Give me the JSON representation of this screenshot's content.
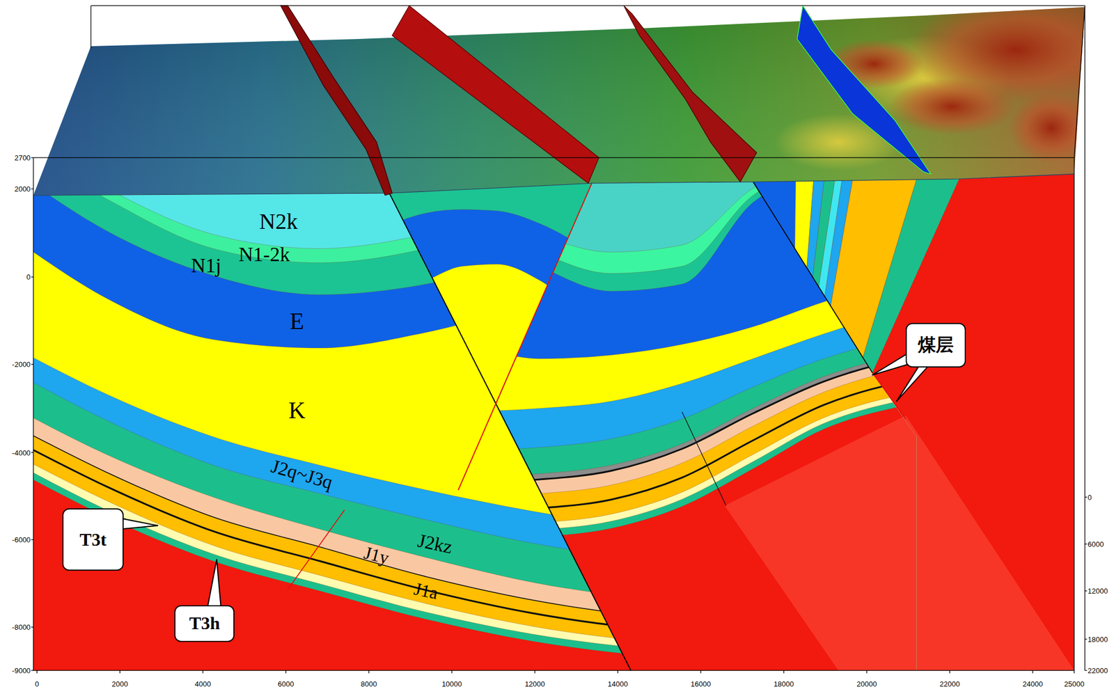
{
  "diagram": {
    "nodes": [
      {
        "text": [
          "煤层"
        ]
      },
      {
        "text": [
          "T3t"
        ]
      },
      {
        "text": [
          "T3h"
        ]
      }
    ],
    "labels": [
      "N2k",
      "N1-2k",
      "N1j",
      "E",
      "K",
      "J2q~J3q",
      "J2kz",
      "J1y",
      "J1a",
      "2700",
      "2000",
      "0",
      "-2000",
      "-4000",
      "-6000",
      "-8000",
      "-9000",
      "0",
      "2000",
      "4000",
      "6000",
      "8000",
      "10000",
      "12000",
      "14000",
      "16000",
      "18000",
      "20000",
      "22000",
      "24000",
      "25000",
      "0",
      "6000",
      "12000",
      "18000",
      "22000"
    ]
  }
}
